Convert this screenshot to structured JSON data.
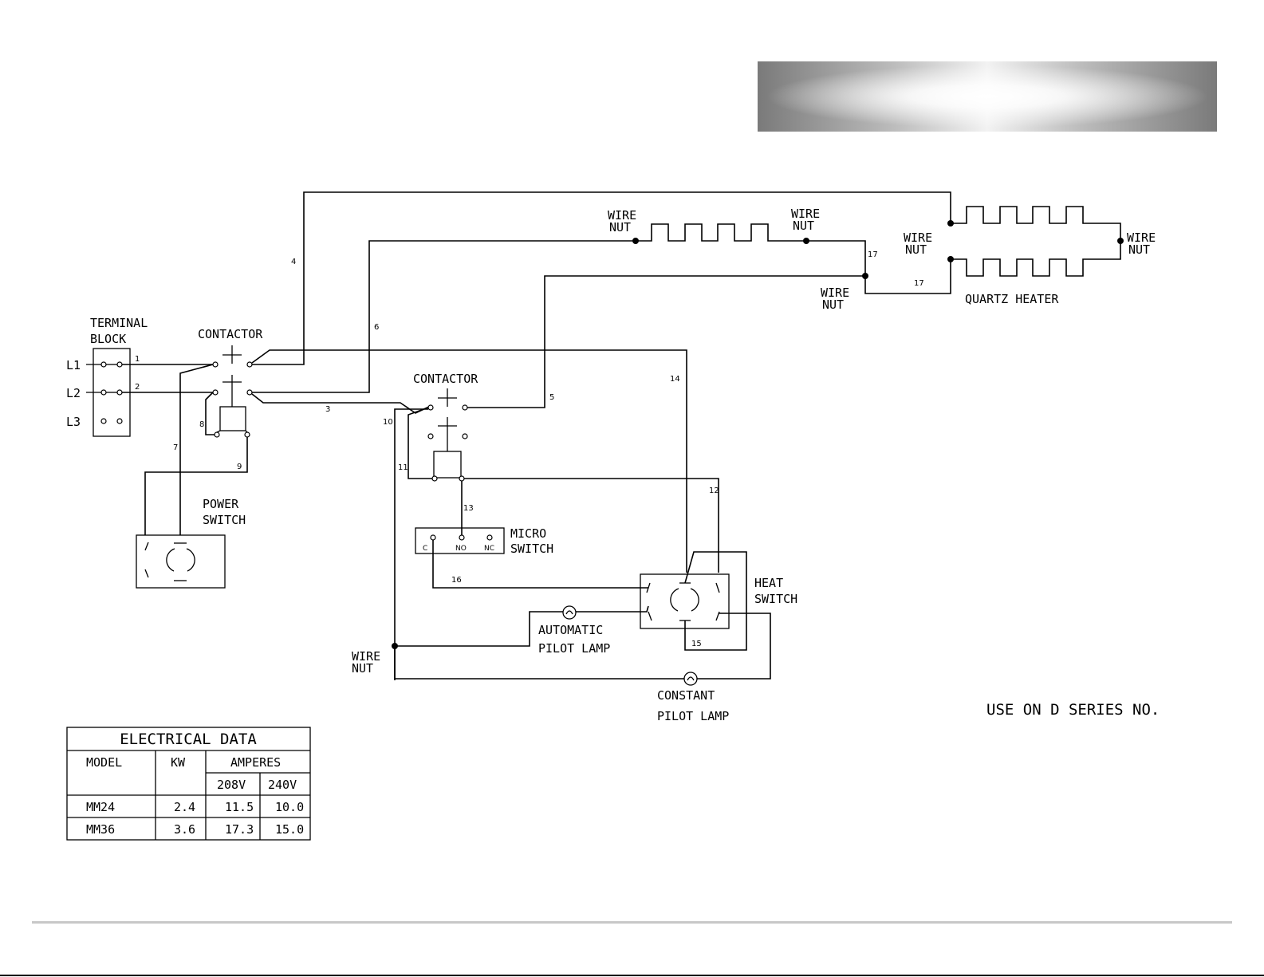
{
  "labels": {
    "terminal_block": [
      "TERMINAL",
      "BLOCK"
    ],
    "lines": [
      "L1",
      "L2",
      "L3"
    ],
    "contactor": "CONTACTOR",
    "contactor2": "CONTACTOR",
    "power_switch": [
      "POWER",
      "SWITCH"
    ],
    "micro_switch": [
      "MICRO",
      "SWITCH"
    ],
    "micro_terminals": [
      "C",
      "NO",
      "NC"
    ],
    "heat_switch": [
      "HEAT",
      "SWITCH"
    ],
    "automatic_pilot_lamp": [
      "AUTOMATIC",
      "PILOT LAMP"
    ],
    "constant_pilot_lamp": [
      "CONSTANT",
      "PILOT LAMP"
    ],
    "wire_nut": [
      "WIRE",
      "NUT"
    ],
    "quartz_heater": "QUARTZ HEATER",
    "series_note": "USE ON D SERIES NO."
  },
  "wire_numbers": [
    "1",
    "2",
    "3",
    "4",
    "5",
    "6",
    "7",
    "8",
    "9",
    "10",
    "11",
    "12",
    "13",
    "14",
    "15",
    "16",
    "17",
    "17"
  ],
  "electrical_data": {
    "title": "ELECTRICAL DATA",
    "headers": {
      "model": "MODEL",
      "kw": "KW",
      "amperes": "AMPERES",
      "v208": "208V",
      "v240": "240V"
    },
    "rows": [
      {
        "model": "MM24",
        "kw": "2.4",
        "a208": "11.5",
        "a240": "10.0"
      },
      {
        "model": "MM36",
        "kw": "3.6",
        "a208": "17.3",
        "a240": "15.0"
      }
    ]
  }
}
